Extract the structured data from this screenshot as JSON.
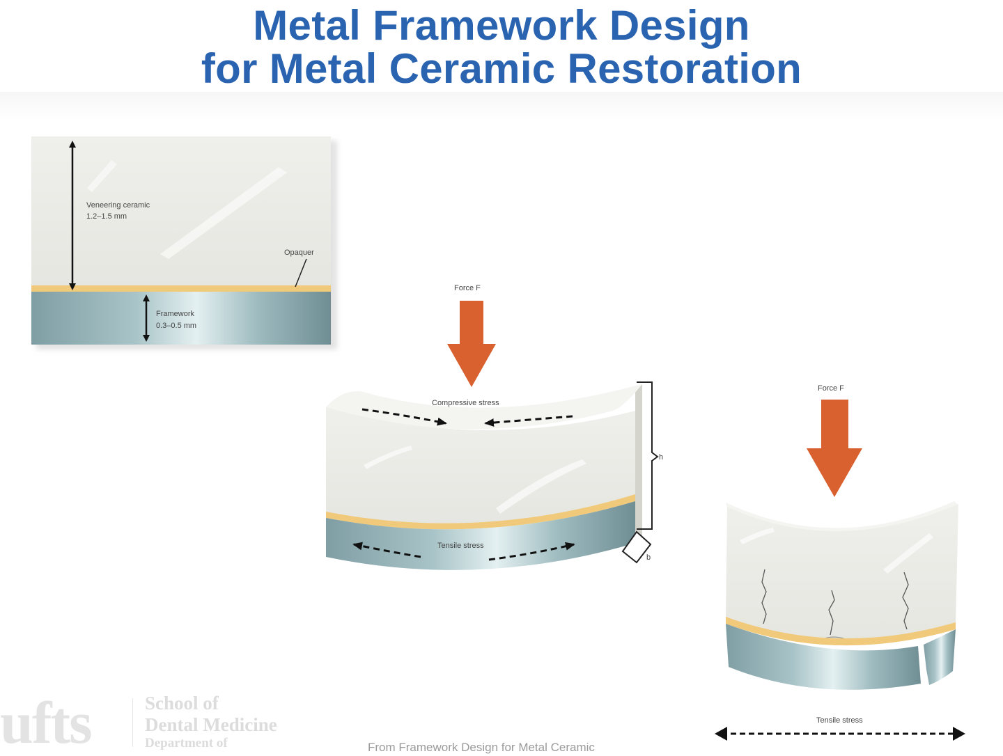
{
  "title": {
    "line1": "Metal Framework Design",
    "line2": "for Metal Ceramic Restoration"
  },
  "panel1": {
    "veneer_label_1": "Veneering ceramic",
    "veneer_label_2": "1.2–1.5 mm",
    "opaquer_label": "Opaquer",
    "framework_label_1": "Framework",
    "framework_label_2": "0.3–0.5 mm"
  },
  "panel2": {
    "force_label": "Force F",
    "compressive_label": "Compressive stress",
    "tensile_label": "Tensile stress",
    "h_label": "h",
    "b_label": "b"
  },
  "panel3": {
    "force_label": "Force F",
    "tensile_label": "Tensile stress"
  },
  "footer": {
    "logo_mark": "ufts",
    "school_line1": "School of",
    "school_line2": "Dental Medicine",
    "school_line3": "Department of",
    "source": "From Framework Design for Metal Ceramic"
  },
  "colors": {
    "title": "#2a63b0",
    "force_arrow": "#d9602f",
    "opaquer": "#f0c97a",
    "ceramic": "#ecece8",
    "metal": "#8fb1b6"
  }
}
